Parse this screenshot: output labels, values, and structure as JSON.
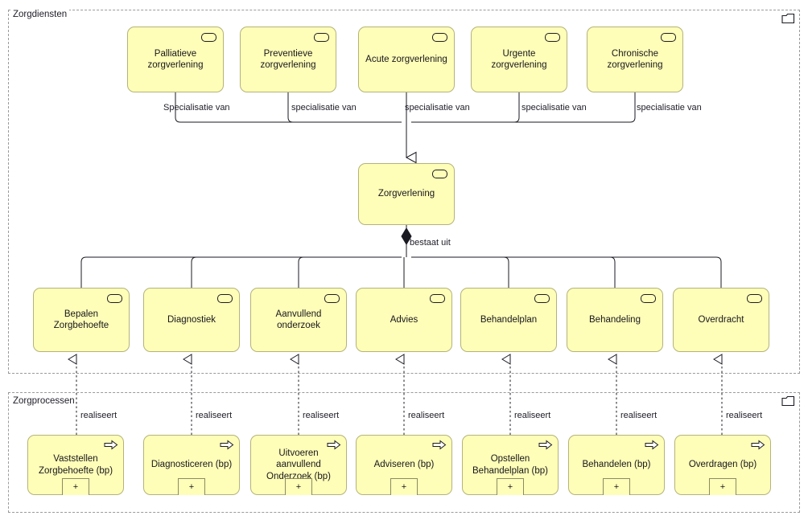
{
  "diagram": {
    "background": "#ffffff",
    "node_fill": "#fffeb8",
    "node_stroke": "#b3b37a",
    "line_color": "#1a1a22",
    "group_stroke": "#9a9a9a"
  },
  "groups": [
    {
      "name": "zorgdiensten",
      "label": "Zorgdiensten",
      "icon": "folder-icon"
    },
    {
      "name": "zorgprocessen",
      "label": "Zorgprocessen",
      "icon": "folder-icon"
    }
  ],
  "specializations": [
    {
      "label": "Palliatieve\nzorgverlening",
      "icon": "service-icon",
      "rel": "Specialisatie van"
    },
    {
      "label": "Preventieve\nzorgverlening",
      "icon": "service-icon",
      "rel": "specialisatie van"
    },
    {
      "label": "Acute zorgverlening",
      "icon": "service-icon",
      "rel": "specialisatie van"
    },
    {
      "label": "Urgente\nzorgverlening",
      "icon": "service-icon",
      "rel": "specialisatie van"
    },
    {
      "label": "Chronische\nzorgverlening",
      "icon": "service-icon",
      "rel": "specialisatie van"
    }
  ],
  "core": {
    "label": "Zorgverlening",
    "icon": "service-icon",
    "composition_label": "bestaat uit"
  },
  "services": [
    {
      "label": "Bepalen\nZorgbehoefte",
      "icon": "service-icon"
    },
    {
      "label": "Diagnostiek",
      "icon": "service-icon"
    },
    {
      "label": "Aanvullend\nonderzoek",
      "icon": "service-icon"
    },
    {
      "label": "Advies",
      "icon": "service-icon"
    },
    {
      "label": "Behandelplan",
      "icon": "service-icon"
    },
    {
      "label": "Behandeling",
      "icon": "service-icon"
    },
    {
      "label": "Overdracht",
      "icon": "service-icon"
    }
  ],
  "processes": [
    {
      "label": "Vaststellen\nZorgbehoefte (bp)",
      "icon": "process-arrow-icon",
      "expand": "+",
      "rel": "realiseert"
    },
    {
      "label": "Diagnosticeren (bp)",
      "icon": "process-arrow-icon",
      "expand": "+",
      "rel": "realiseert"
    },
    {
      "label": "Uitvoeren aanvullend\nOnderzoek (bp)",
      "icon": "process-arrow-icon",
      "expand": "+",
      "rel": "realiseert"
    },
    {
      "label": "Adviseren (bp)",
      "icon": "process-arrow-icon",
      "expand": "+",
      "rel": "realiseert"
    },
    {
      "label": "Opstellen\nBehandelplan (bp)",
      "icon": "process-arrow-icon",
      "expand": "+",
      "rel": "realiseert"
    },
    {
      "label": "Behandelen (bp)",
      "icon": "process-arrow-icon",
      "expand": "+",
      "rel": "realiseert"
    },
    {
      "label": "Overdragen (bp)",
      "icon": "process-arrow-icon",
      "expand": "+",
      "rel": "realiseert"
    }
  ]
}
